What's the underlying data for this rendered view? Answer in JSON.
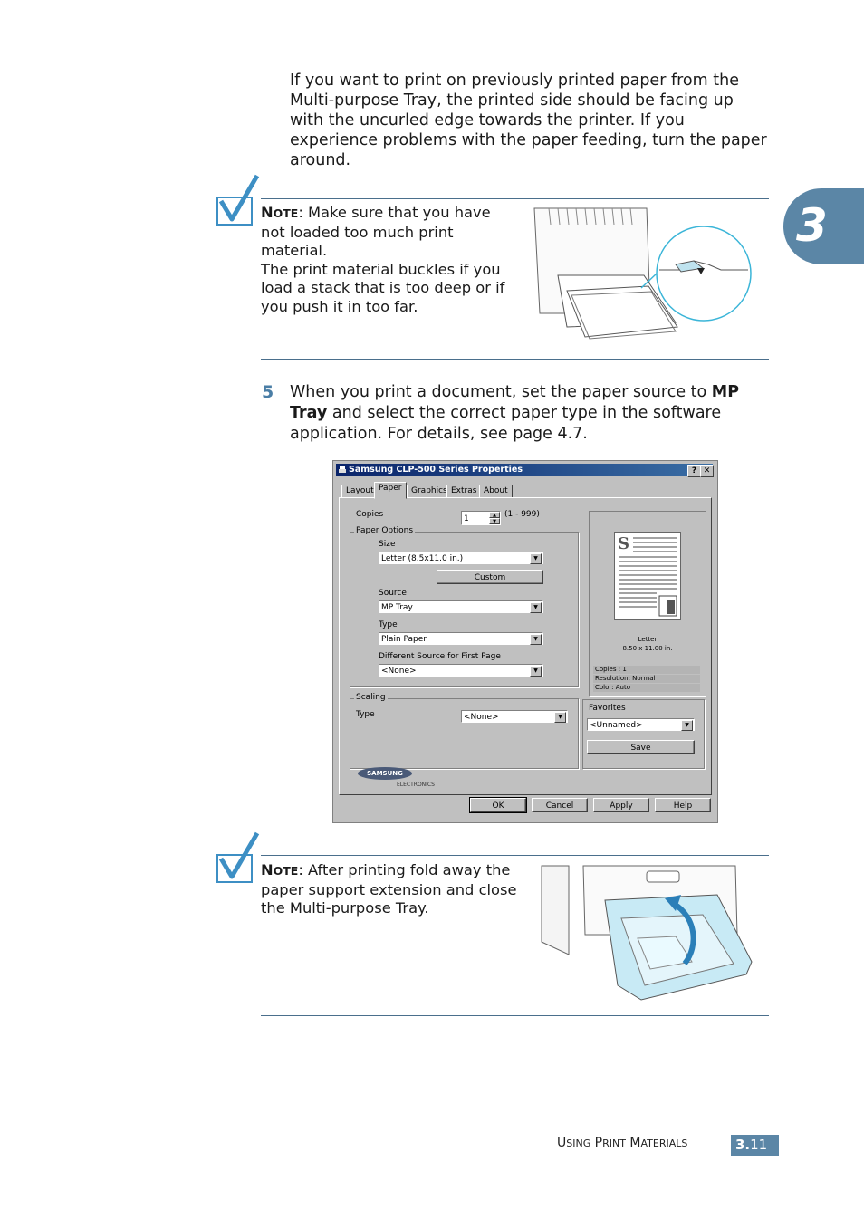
{
  "intro": {
    "text": "If you want to print on previously printed paper from the Multi-purpose Tray, the printed side should be facing up with the uncurled edge towards the printer. If you experience problems with the paper feeding, turn the paper around."
  },
  "chapter_tab": "3",
  "note1": {
    "label_first": "N",
    "label_rest": "OTE",
    "text": ": Make sure that you have not loaded too much print material.",
    "text2": "The print material buckles if you load a stack that is too deep or if you push it in too far."
  },
  "step5": {
    "number": "5",
    "text_a": "When you print a document, set the paper source to ",
    "bold_a": "MP Tray",
    "text_b": " and select the correct paper type in the software application. For details, see page 4.7."
  },
  "dialog": {
    "title": "Samsung CLP-500 Series Properties",
    "help_btn": "?",
    "close_btn": "✕",
    "tabs": [
      "Layout",
      "Paper",
      "Graphics",
      "Extras",
      "About"
    ],
    "copies_label": "Copies",
    "copies_value": "1",
    "copies_range": "(1 - 999)",
    "paper_options_label": "Paper Options",
    "size_label": "Size",
    "size_value": "Letter (8.5x11.0 in.)",
    "custom_btn": "Custom",
    "source_label": "Source",
    "source_value": "MP Tray",
    "type_label": "Type",
    "type_value": "Plain Paper",
    "diff_source_label": "Different Source for First Page",
    "diff_source_value": "<None>",
    "scaling_label": "Scaling",
    "scaling_type_label": "Type",
    "scaling_type_value": "<None>",
    "preview_letter": "S",
    "preview_size_name": "Letter",
    "preview_size_dims": "8.50 x 11.00 in.",
    "info_copies": "Copies : 1",
    "info_resolution": "Resolution: Normal",
    "info_color": "Color: Auto",
    "favorites_label": "Favorites",
    "favorites_value": "<Unnamed>",
    "save_btn": "Save",
    "brand_logo": "SAMSUNG",
    "brand_sub": "ELECTRONICS",
    "ok_btn": "OK",
    "cancel_btn": "Cancel",
    "apply_btn": "Apply",
    "help_bottom_btn": "Help"
  },
  "note2": {
    "label_first": "N",
    "label_rest": "OTE",
    "text": ": After printing fold away the paper support extension and close the Multi-purpose Tray."
  },
  "footer": {
    "u": "U",
    "sing": "SING",
    "p": " P",
    "rint": "RINT",
    "m": " M",
    "aterials": "ATERIALS",
    "chapter": "3.",
    "page": "11"
  },
  "colors": {
    "accent": "#5b86a6",
    "rule": "#4a6f8c",
    "check": "#3d8fc4"
  }
}
